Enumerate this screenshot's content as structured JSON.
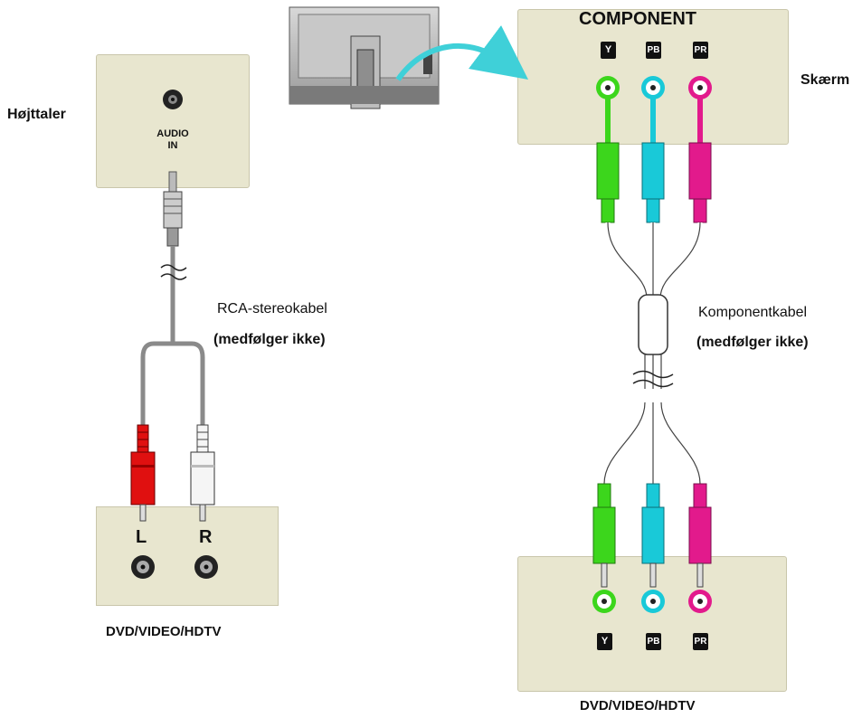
{
  "speaker": {
    "label": "Højttaler",
    "input_label_line1": "AUDIO",
    "input_label_line2": "IN"
  },
  "rca_cable": {
    "name": "RCA-stereokabel",
    "note": "(medfølger ikke)",
    "left_plug_color": "#e01010",
    "right_plug_color": "#f5f5f5"
  },
  "source_left": {
    "label": "DVD/VIDEO/HDTV",
    "port_left": "L",
    "port_right": "R"
  },
  "monitor": {
    "label": "Skærm",
    "panel_title": "COMPONENT"
  },
  "component_cable": {
    "name": "Komponentkabel",
    "note": "(medfølger ikke)"
  },
  "component_ports": [
    {
      "tag": "Y",
      "color": "#3cd61c"
    },
    {
      "tag": "PB",
      "color": "#19c9d8"
    },
    {
      "tag": "PR",
      "color": "#e21a8c"
    }
  ],
  "source_right": {
    "label": "DVD/VIDEO/HDTV"
  },
  "colors": {
    "panel": "#e8e6cf",
    "arrow": "#3fd0d8",
    "cable_gray": "#8a8a8a"
  }
}
